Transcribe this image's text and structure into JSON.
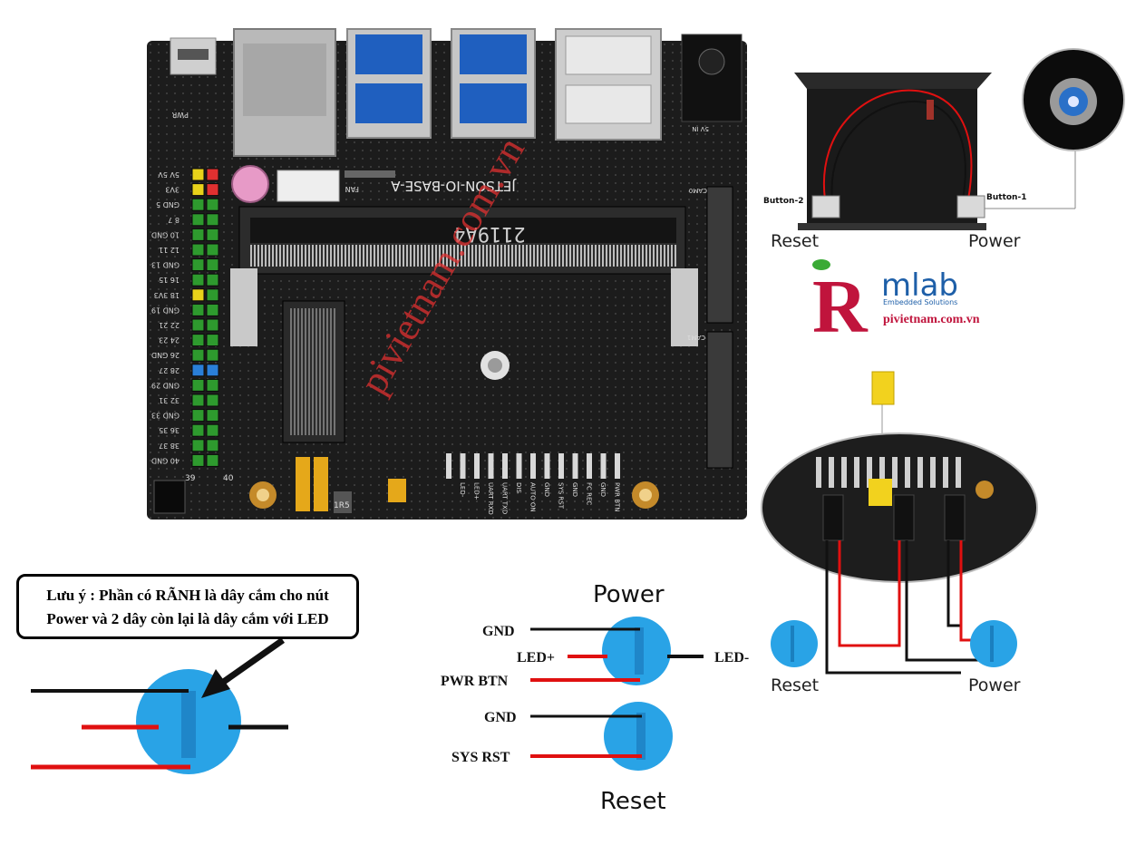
{
  "board": {
    "name": "JETSON-IO-BASE-A",
    "module_label": "2119A4",
    "header_left_labels": [
      "5V 5V",
      "3V3",
      "GND 5",
      "8 7",
      "10 GND",
      "12 11",
      "GND 13",
      "16 15",
      "18 3V3",
      "GND 19",
      "22 21",
      "24 23",
      "26 GND",
      "28 27",
      "GND 29",
      "32 31",
      "GND 33",
      "36 35",
      "38 37",
      "40 GND"
    ],
    "header_pin_end": "40",
    "header_pin_end2": "39",
    "pin_labels": [
      "LED-",
      "LED+",
      "UART RXD",
      "UART TXD",
      "DIS",
      "AUTO ON",
      "GND",
      "SYS RST",
      "GND",
      "FC REC",
      "GND",
      "PWR BTN"
    ],
    "misc_labels": [
      "PWR",
      "FAN",
      "CAM0",
      "CAM1",
      "5V IN",
      "1R5"
    ],
    "watermark": "pivietnam.com.vn"
  },
  "case_photo": {
    "button2_label": "Button-2",
    "button1_label": "Button-1",
    "reset_label": "Reset",
    "power_label": "Power"
  },
  "logo": {
    "letter": "R",
    "brand": "mlab",
    "tagline": "Embedded Solutions",
    "site": "pivietnam.com.vn"
  },
  "note": {
    "line1": "Lưu ý : Phần có RÃNH là dây cắm cho nút",
    "line2": "Power và 2 dây còn lại là dây cắm với LED"
  },
  "wiring": {
    "power_title": "Power",
    "reset_title": "Reset",
    "gnd1": "GND",
    "led_plus": "LED+",
    "led_minus": "LED-",
    "pwr_btn": "PWR BTN",
    "gnd2": "GND",
    "sys_rst": "SYS RST"
  },
  "zoom": {
    "reset_label": "Reset",
    "power_label": "Power"
  },
  "colors": {
    "board": "#1c1c1c",
    "button_blue": "#29a3e6",
    "wire_red": "#e01010",
    "wire_black": "#111111",
    "header_green": "#2e9a2e",
    "logo_red": "#c0143c",
    "logo_green": "#3aaa35",
    "logo_blue": "#1e5fa8"
  }
}
